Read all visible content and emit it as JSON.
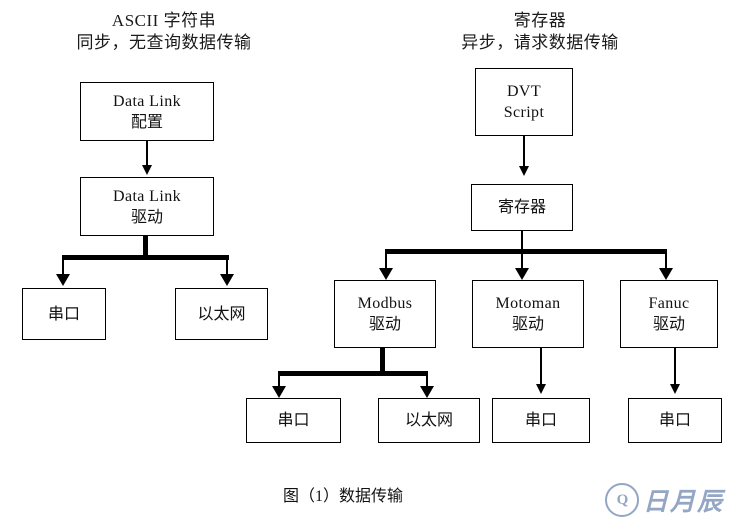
{
  "diagram": {
    "headers": [
      {
        "id": "left-header",
        "line1": "ASCII 字符串",
        "line2": "同步，无查询数据传输"
      },
      {
        "id": "right-header",
        "line1": "寄存器",
        "line2": "异步，请求数据传输"
      }
    ],
    "nodes": [
      {
        "id": "data-link-config",
        "line1": "Data  Link",
        "line2": "配置"
      },
      {
        "id": "data-link-driver",
        "line1": "Data  Link",
        "line2": "驱动"
      },
      {
        "id": "serial-left",
        "line1": "串口",
        "line2": ""
      },
      {
        "id": "ethernet-left",
        "line1": "以太网",
        "line2": ""
      },
      {
        "id": "dvt-script",
        "line1": "DVT",
        "line2": "Script"
      },
      {
        "id": "register",
        "line1": "寄存器",
        "line2": ""
      },
      {
        "id": "modbus-driver",
        "line1": "Modbus",
        "line2": "驱动"
      },
      {
        "id": "motoman-driver",
        "line1": "Motoman",
        "line2": "驱动"
      },
      {
        "id": "fanuc-driver",
        "line1": "Fanuc",
        "line2": "驱动"
      },
      {
        "id": "serial-modbus",
        "line1": "串口",
        "line2": ""
      },
      {
        "id": "ethernet-modbus",
        "line1": "以太网",
        "line2": ""
      },
      {
        "id": "serial-motoman",
        "line1": "串口",
        "line2": ""
      },
      {
        "id": "serial-fanuc",
        "line1": "串口",
        "line2": ""
      }
    ],
    "caption": "图（1）数据传输",
    "watermark": {
      "mark": "Q",
      "text": "日月辰",
      "color": "#93a6c4"
    },
    "colors": {
      "stroke": "#000000",
      "box_fill": "#ffffff",
      "text": "#111111",
      "background": "#ffffff"
    }
  }
}
